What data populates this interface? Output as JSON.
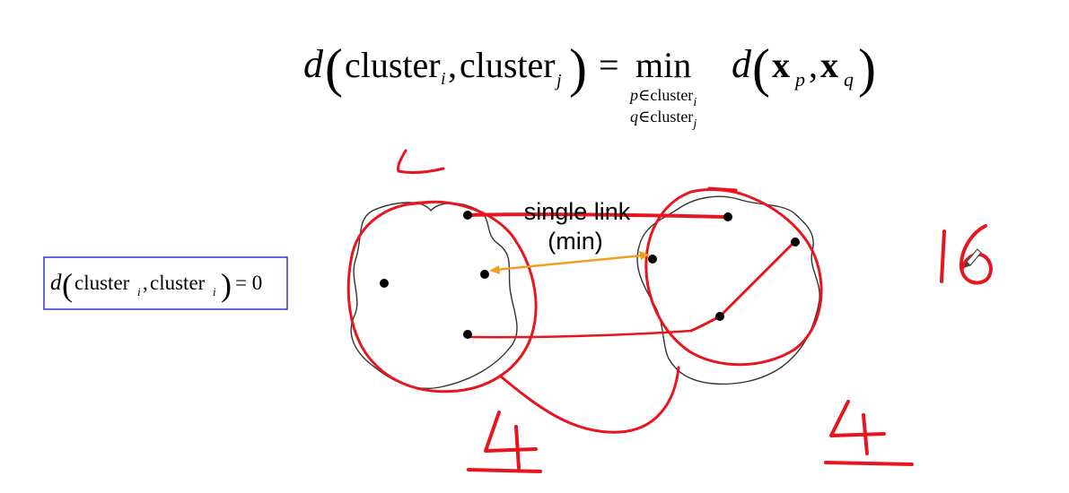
{
  "formula": {
    "lhs_d": "d",
    "lhs_cluster_1": "cluster",
    "lhs_sub_1": "i",
    "lhs_comma": ",",
    "lhs_cluster_2": "cluster",
    "lhs_sub_2": "j",
    "equals": "=",
    "min": "min",
    "cond_var_1": "p",
    "cond_in_1": "∈cluster",
    "cond_sub_1": "i",
    "cond_var_2": "q",
    "cond_in_2": "∈cluster",
    "cond_sub_2": "j",
    "rhs_d": "d",
    "rhs_x_1": "x",
    "rhs_sub_1": "p",
    "rhs_comma": ",",
    "rhs_x_2": "x",
    "rhs_sub_2": "q"
  },
  "self_distance": {
    "d": "d",
    "cluster_1": "cluster",
    "sub_1": "i",
    "comma": ",",
    "cluster_2": "cluster",
    "sub_2": "i",
    "equals_zero": "= 0",
    "border_color": "#3333cc"
  },
  "link_label": {
    "line1": "single link",
    "line2": "(min)"
  },
  "annotations": {
    "count_left": "4",
    "count_right": "4",
    "product": "16"
  },
  "colors": {
    "ink_red": "#e8141e",
    "arrow_orange": "#f0a020",
    "outline": "#333333",
    "point": "#000000"
  }
}
